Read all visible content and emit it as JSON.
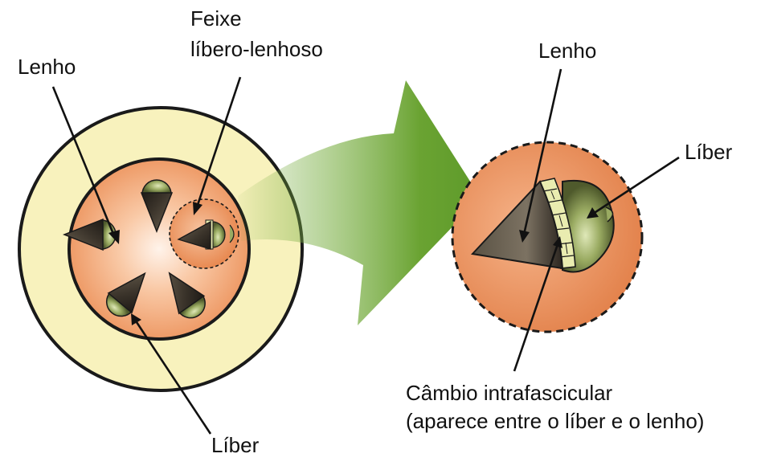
{
  "labels": {
    "left_lenho": "Lenho",
    "feixe_line1": "Feixe",
    "feixe_line2": "líbero-lenhoso",
    "left_liber": "Líber",
    "right_lenho": "Lenho",
    "right_liber": "Líber",
    "cambio_line1": "Câmbio intrafascicular",
    "cambio_line2": "(aparece entre o líber e o lenho)"
  },
  "colors": {
    "cortex": "#f8f2bd",
    "stele": "#f2a878",
    "stele_center": "#fde9da",
    "xylem": "#4a4238",
    "phloem": "#8a9a55",
    "cambium": "#e9ecb0",
    "arrow": "#6aa332",
    "outline": "#1a1a1a"
  },
  "icons": {
    "magnify_arrow": "arrow-right-icon"
  }
}
